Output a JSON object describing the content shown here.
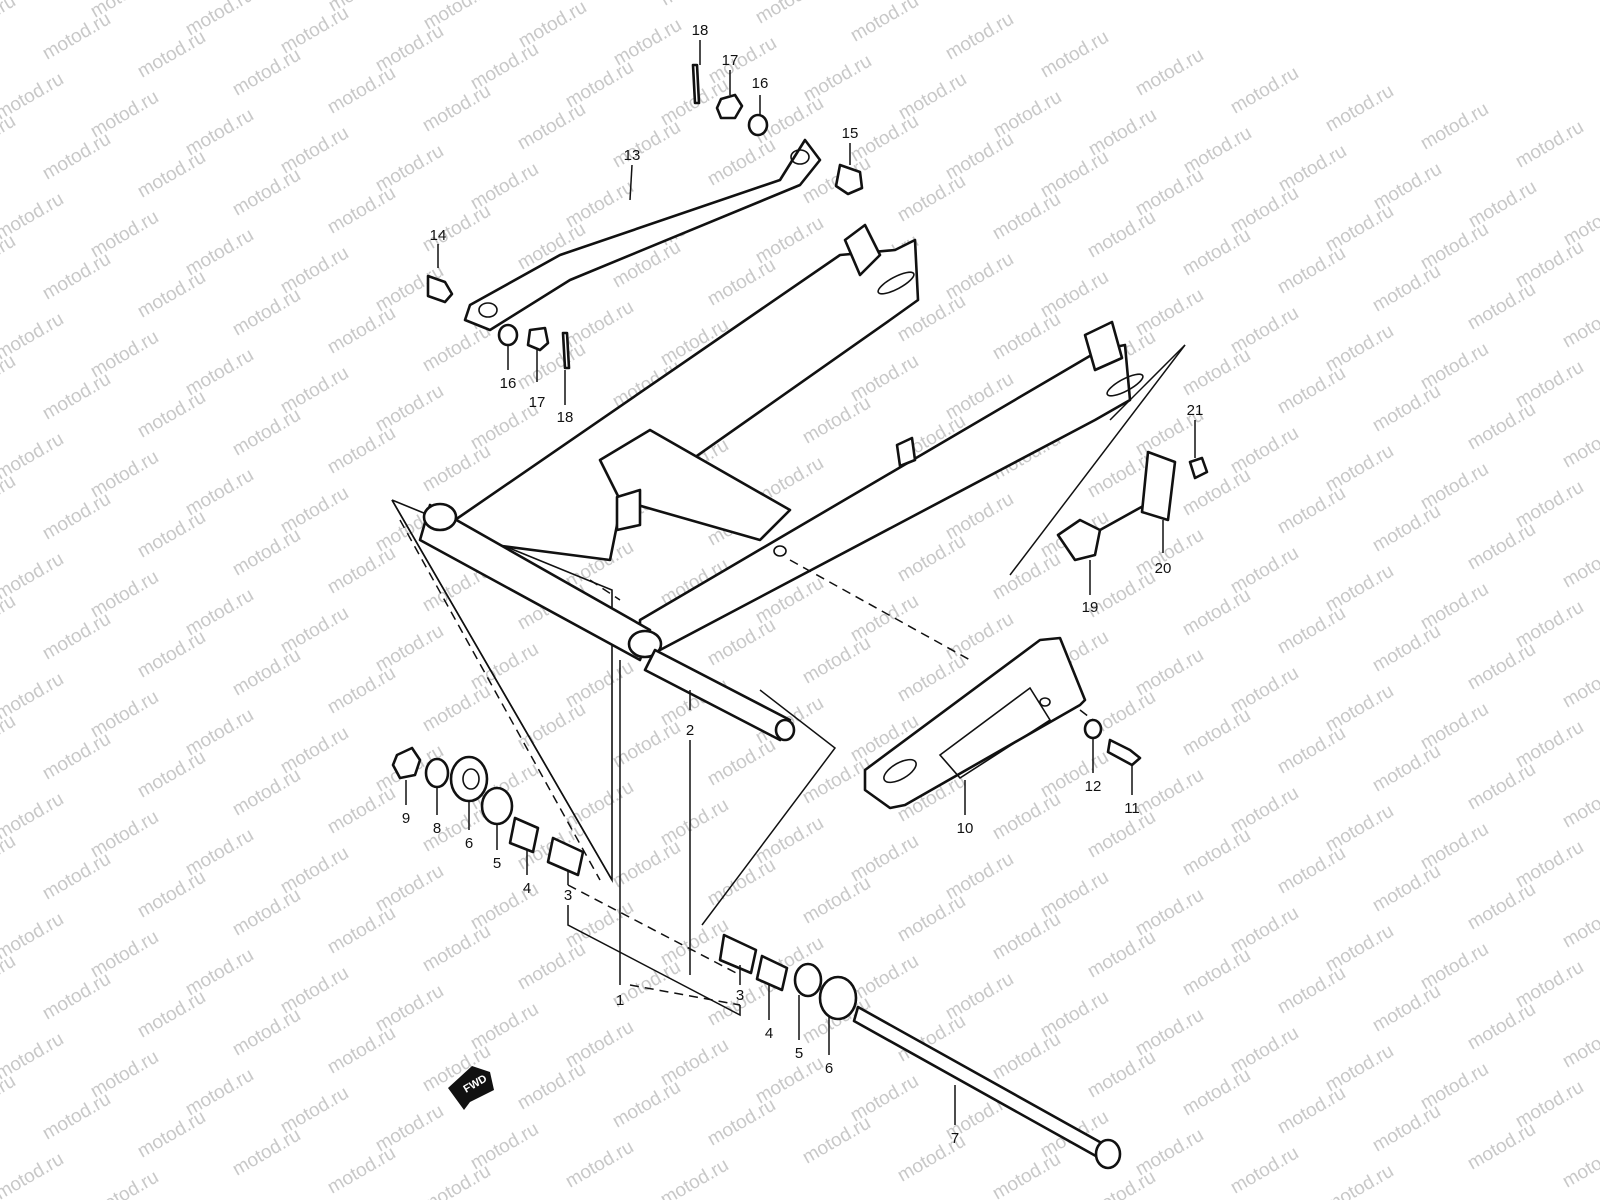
{
  "watermark": "motod.ru",
  "direction_badge": "FWD",
  "colors": {
    "line": "#111111",
    "background": "#ffffff",
    "watermark": "#c8c8c8"
  },
  "callouts": [
    {
      "id": "c1",
      "text": "1"
    },
    {
      "id": "c2",
      "text": "2"
    },
    {
      "id": "c3a",
      "text": "3"
    },
    {
      "id": "c3b",
      "text": "3"
    },
    {
      "id": "c4a",
      "text": "4"
    },
    {
      "id": "c4b",
      "text": "4"
    },
    {
      "id": "c5a",
      "text": "5"
    },
    {
      "id": "c5b",
      "text": "5"
    },
    {
      "id": "c6a",
      "text": "6"
    },
    {
      "id": "c6b",
      "text": "6"
    },
    {
      "id": "c7",
      "text": "7"
    },
    {
      "id": "c8",
      "text": "8"
    },
    {
      "id": "c9",
      "text": "9"
    },
    {
      "id": "c10",
      "text": "10"
    },
    {
      "id": "c11",
      "text": "11"
    },
    {
      "id": "c12",
      "text": "12"
    },
    {
      "id": "c13",
      "text": "13"
    },
    {
      "id": "c14",
      "text": "14"
    },
    {
      "id": "c15",
      "text": "15"
    },
    {
      "id": "c16a",
      "text": "16"
    },
    {
      "id": "c16b",
      "text": "16"
    },
    {
      "id": "c17a",
      "text": "17"
    },
    {
      "id": "c17b",
      "text": "17"
    },
    {
      "id": "c18a",
      "text": "18"
    },
    {
      "id": "c18b",
      "text": "18"
    },
    {
      "id": "c19",
      "text": "19"
    },
    {
      "id": "c20",
      "text": "20"
    },
    {
      "id": "c21",
      "text": "21"
    }
  ]
}
